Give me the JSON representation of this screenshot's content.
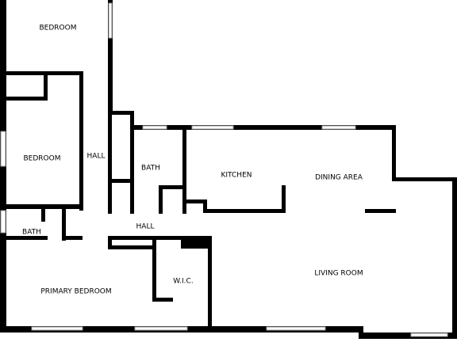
{
  "rooms": {
    "bedroom_top": "BEDROOM",
    "bedroom_mid": "BEDROOM",
    "hall_vertical": "HALL",
    "bath_center": "BATH",
    "kitchen": "KITCHEN",
    "dining_area": "DINING AREA",
    "bath_left": "BATH",
    "hall_horizontal": "HALL",
    "primary_bedroom": "PRIMARY BEDROOM",
    "wic": "W.I.C.",
    "living_room": "LIVING ROOM"
  },
  "colors": {
    "wall": "#000000",
    "background": "#ffffff",
    "window": "#9a9a9a"
  }
}
